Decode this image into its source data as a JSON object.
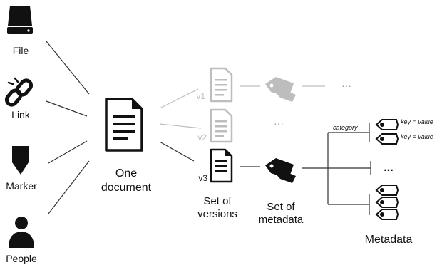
{
  "sources": {
    "file_label": "File",
    "link_label": "Link",
    "marker_label": "Marker",
    "people_label": "People"
  },
  "document": {
    "line1": "One",
    "line2": "document"
  },
  "versions": {
    "v1": "v1",
    "v2": "v2",
    "v3": "v3",
    "caption_line1": "Set of",
    "caption_line2": "versions"
  },
  "metadata_set": {
    "caption_line1": "Set of",
    "caption_line2": "metadata",
    "ellipsis": "···"
  },
  "metadata": {
    "category_label": "category",
    "kv1": "key = value",
    "kv2": "key = value",
    "ellipsis": "...",
    "caption": "Metadata"
  },
  "colors": {
    "primary": "#111111",
    "faded": "#bdbdbd",
    "line": "#333333"
  },
  "icons": [
    "hard-drive-icon",
    "chain-link-icon",
    "marker-pin-icon",
    "person-icon",
    "document-icon",
    "tag-icon"
  ]
}
